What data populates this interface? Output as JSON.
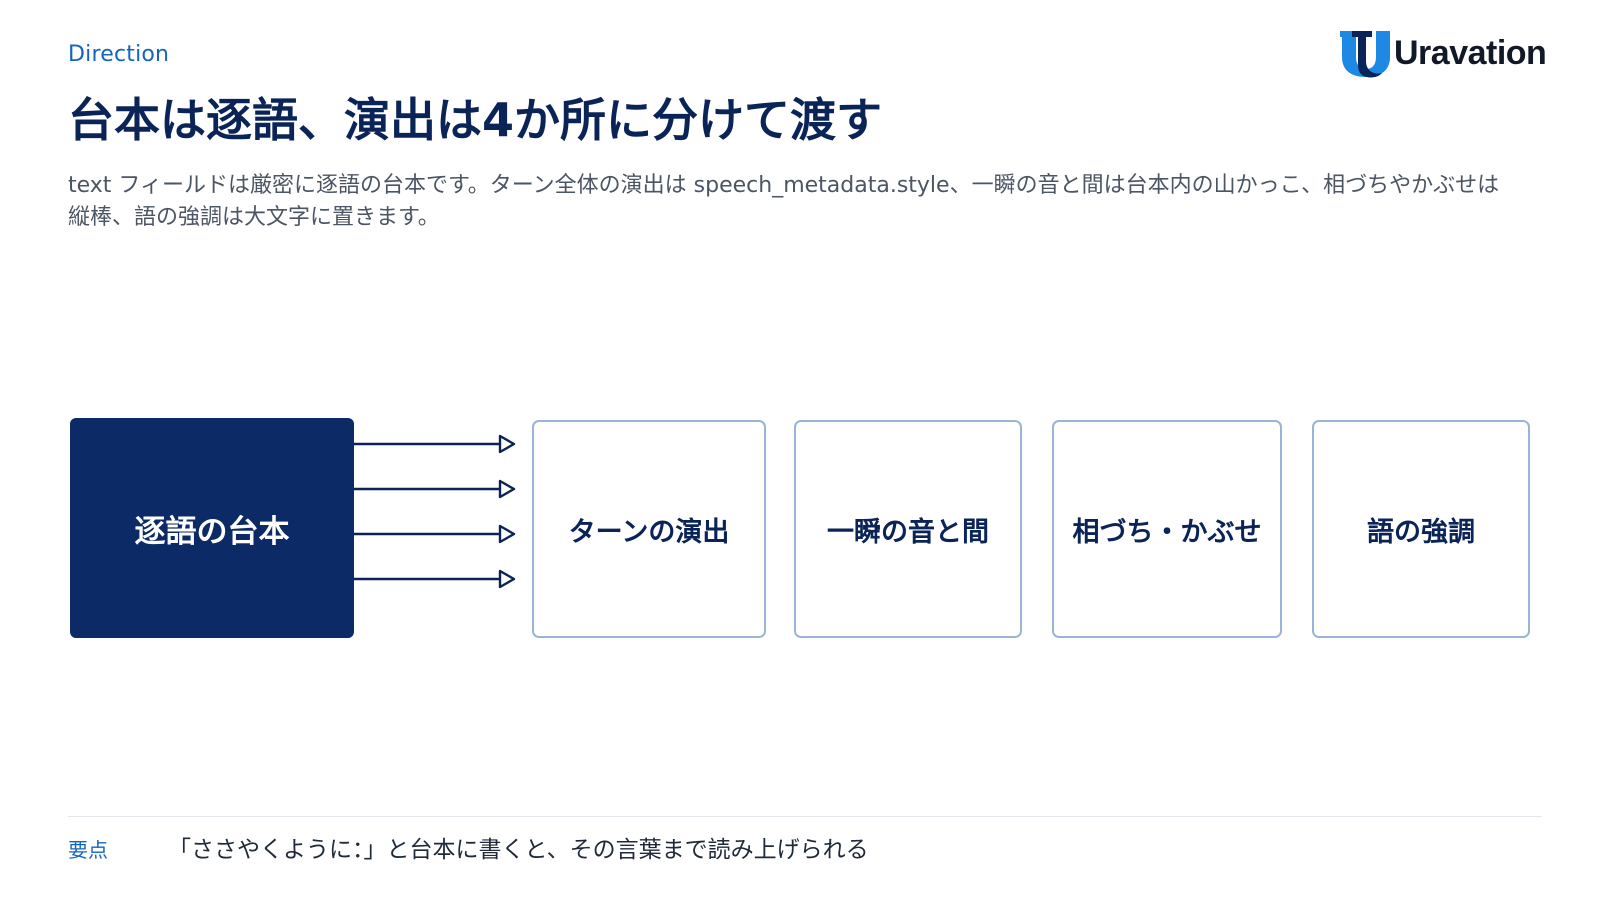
{
  "header": {
    "eyebrow": "Direction",
    "title": "台本は逐語、演出は4か所に分けて渡す",
    "subtitle": "text フィールドは厳密に逐語の台本です。ターン全体の演出は speech_metadata.style、一瞬の音と間は台本内の山かっこ、相づちやかぶせは縦棒、語の強調は大文字に置きます。"
  },
  "logo": {
    "text": "Uravation",
    "mark_colors": {
      "primary": "#1e88e5",
      "dark": "#0b2458"
    }
  },
  "diagram": {
    "source_label": "逐語の台本",
    "targets": [
      {
        "label": "ターンの演出"
      },
      {
        "label": "一瞬の音と間"
      },
      {
        "label": "相づち・かぶせ"
      },
      {
        "label": "語の強調"
      }
    ],
    "colors": {
      "source_fill": "#0c2a66",
      "target_border": "#9ab3d8",
      "arrow": "#0b2458"
    }
  },
  "footer": {
    "key_label": "要点",
    "key_text": "「ささやくように：」と台本に書くと、その言葉まで読み上げられる"
  }
}
